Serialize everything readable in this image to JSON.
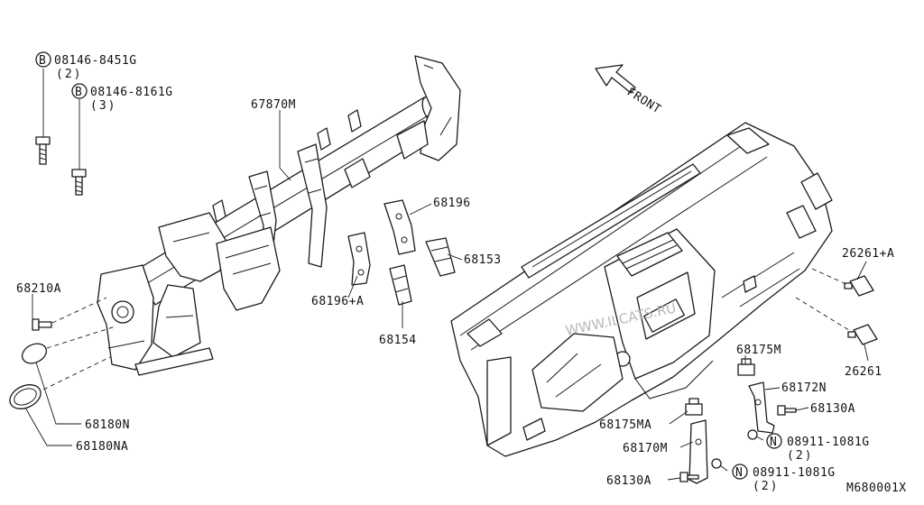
{
  "front_label": "FRONT",
  "diagram_code": "M680001X",
  "watermark": "WWW.ILCATS.RU",
  "callouts": {
    "p08146_8451G": {
      "code": "08146-8451G",
      "symbol": "B",
      "qty": "(2)"
    },
    "p08146_8161G": {
      "code": "08146-8161G",
      "symbol": "B",
      "qty": "(3)"
    },
    "p67870M": {
      "code": "67870M"
    },
    "p68196": {
      "code": "68196"
    },
    "p68153": {
      "code": "68153"
    },
    "p68196A": {
      "code": "68196+A"
    },
    "p68154": {
      "code": "68154"
    },
    "p68210A": {
      "code": "68210A"
    },
    "p68180N": {
      "code": "68180N"
    },
    "p68180NA": {
      "code": "68180NA"
    },
    "p26261A": {
      "code": "26261+A"
    },
    "p26261": {
      "code": "26261"
    },
    "p68175M": {
      "code": "68175M"
    },
    "p68172N": {
      "code": "68172N"
    },
    "p68130A_1": {
      "code": "68130A"
    },
    "p08911_1": {
      "code": "08911-1081G",
      "symbol": "N",
      "qty": "(2)"
    },
    "p68175MA": {
      "code": "68175MA"
    },
    "p68170M": {
      "code": "68170M"
    },
    "p68130A_2": {
      "code": "68130A"
    },
    "p08911_2": {
      "code": "08911-1081G",
      "symbol": "N",
      "qty": "(2)"
    }
  }
}
